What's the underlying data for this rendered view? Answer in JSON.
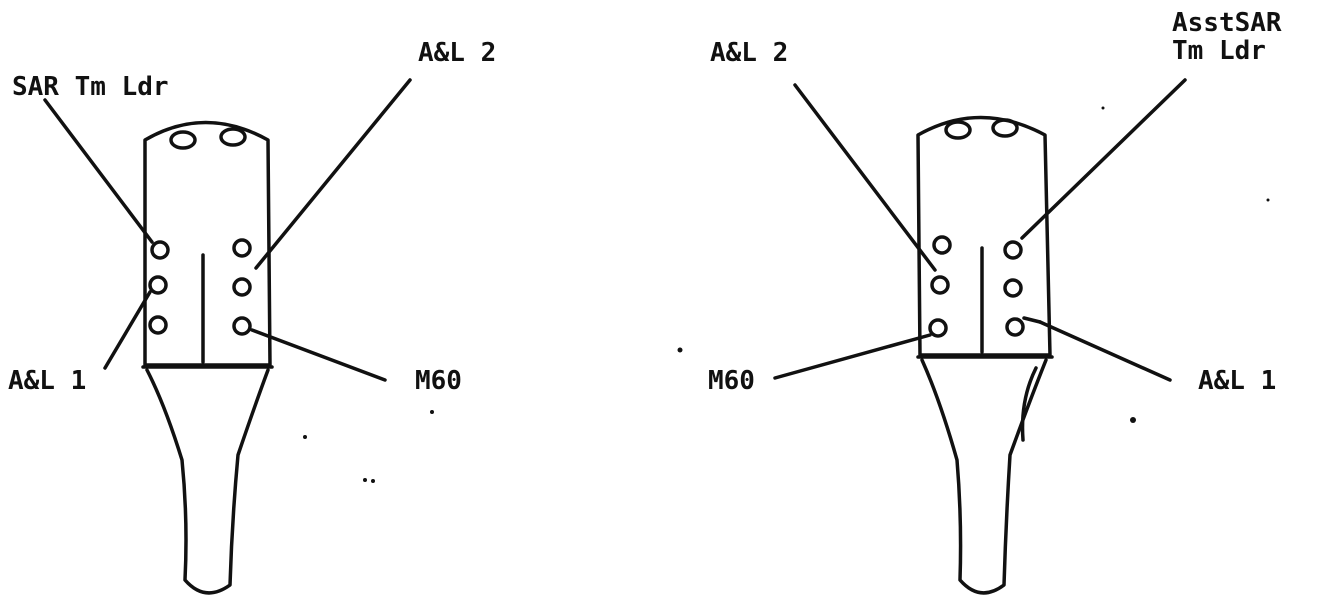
{
  "diagrams": [
    {
      "labels": {
        "top_left": "SAR Tm Ldr",
        "top_right": "A&L 2",
        "bottom_left": "A&L 1",
        "bottom_right": "M60"
      }
    },
    {
      "labels": {
        "top_left": "A&L 2",
        "top_right_line1": "AsstSAR",
        "top_right_line2": "Tm Ldr",
        "bottom_left": "M60",
        "bottom_right": "A&L 1"
      }
    }
  ]
}
